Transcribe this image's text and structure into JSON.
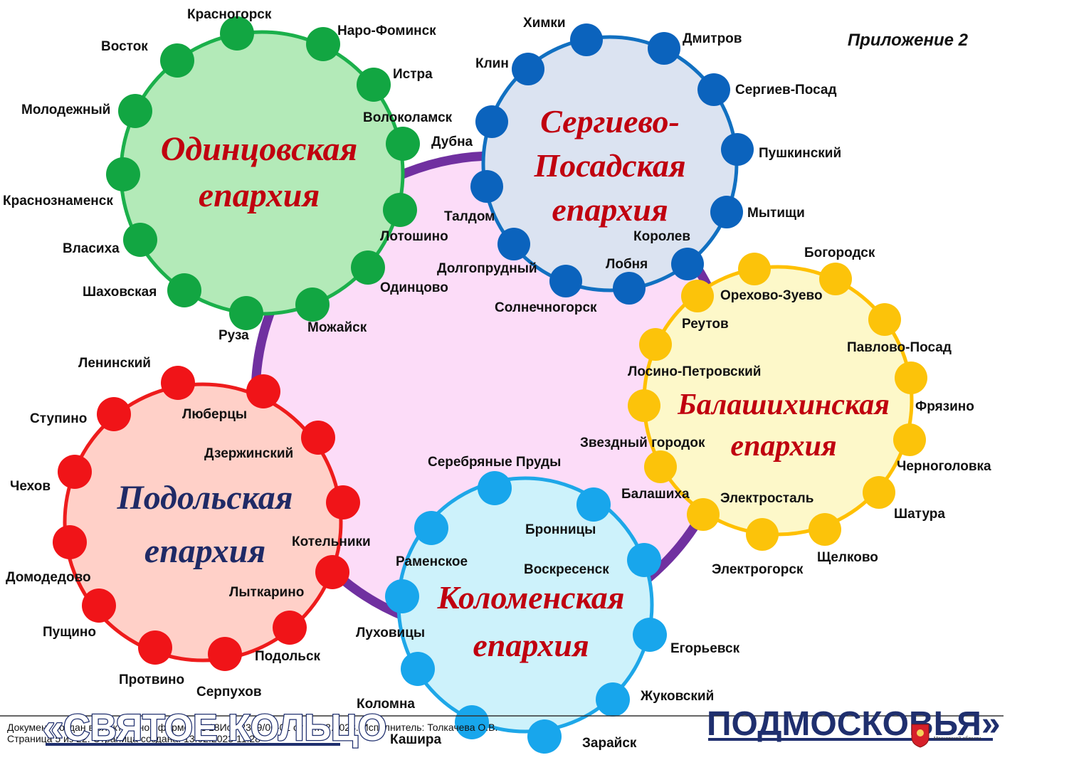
{
  "appendix_label": "Приложение 2",
  "colors": {
    "center_fill": "#fcdcf8",
    "center_ring": "#7030a0",
    "odintsovo_fill": "#b3eab8",
    "odintsovo_ring": "#1bb04b",
    "odintsovo_dot": "#12a642",
    "sergiev_fill": "#dbe3f1",
    "sergiev_ring": "#1170c1",
    "sergiev_dot": "#0b63bd",
    "balashikha_fill": "#fdf8c9",
    "balashikha_ring": "#ffc000",
    "balashikha_dot": "#fcc30a",
    "podolsk_fill": "#ffd0c8",
    "podolsk_ring": "#ee1c1c",
    "podolsk_dot": "#f01418",
    "kolomna_fill": "#cdf2fb",
    "kolomna_ring": "#1ea7e8",
    "kolomna_dot": "#18a6ec",
    "title_red": "#c0000f",
    "title_navy": "#1f2a66",
    "banner_navy": "#1f2f6e"
  },
  "dioceses": {
    "odintsovo": {
      "title_lines": [
        "Одинцовская",
        "епархия"
      ],
      "towns": [
        "Красногорск",
        "Наро-Фоминск",
        "Восток",
        "Истра",
        "Молодежный",
        "Волоколамск",
        "Дубна",
        "Краснознаменск",
        "Талдом",
        "Лотошино",
        "Власиха",
        "Одинцово",
        "Шаховская",
        "Можайск",
        "Руза"
      ]
    },
    "sergiev": {
      "title_lines": [
        "Сергиево-",
        "Посадская",
        "епархия"
      ],
      "towns": [
        "Химки",
        "Дмитров",
        "Клин",
        "Сергиев-Посад",
        "Пушкинский",
        "Мытищи",
        "Королев",
        "Лобня",
        "Долгопрудный",
        "Солнечногорск"
      ]
    },
    "balashikha": {
      "title_lines": [
        "Балашихинская",
        "епархия"
      ],
      "towns": [
        "Богородск",
        "Орехово-Зуево",
        "Реутов",
        "Павлово-Посад",
        "Лосино-Петровский",
        "Фрязино",
        "Звездный городок",
        "Черноголовка",
        "Балашиха",
        "Электросталь",
        "Шатура",
        "Щелково",
        "Электрогорск"
      ]
    },
    "podolsk": {
      "title_lines": [
        "Подольская",
        "епархия"
      ],
      "towns": [
        "Ленинский",
        "Ступино",
        "Люберцы",
        "Дзержинский",
        "Чехов",
        "Котельники",
        "Домодедово",
        "Лыткарино",
        "Пущино",
        "Подольск",
        "Протвино",
        "Серпухов"
      ]
    },
    "kolomna": {
      "title_lines": [
        "Коломенская",
        "епархия"
      ],
      "towns": [
        "Серебряные Пруды",
        "Бронницы",
        "Раменское",
        "Воскресенск",
        "Луховицы",
        "Егорьевск",
        "Жуковский",
        "Коломна",
        "Кашира",
        "Зарайск"
      ]
    }
  },
  "footer": {
    "line1": "Документ создан в электронной форме. № 18Исх-2389/06-01 от 14.02.2023. Исполнитель: Толкачева О.В.",
    "line2": "Страница 5 из 22. Страница создана: 13.02.2023 11:28"
  },
  "banner": {
    "left": "«СВЯТОЕ КОЛЬЦО",
    "right": "ПОДМОСКОВЬЯ»",
    "emblem_caption": "Московской области"
  }
}
